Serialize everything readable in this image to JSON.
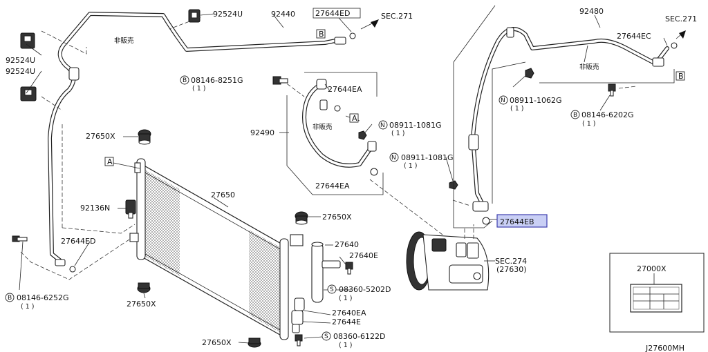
{
  "diagram": {
    "footer_code": "J27600MH",
    "jp_not_sold": "非販売",
    "labels": {
      "p92524U_a": "92524U",
      "p92524U_b": "92524U",
      "p92524U_c": "92524U",
      "p92440": "92440",
      "p27644ED_top": "27644ED",
      "sec271_left": "SEC.271",
      "p27644ED_left": "27644ED",
      "bolt_8251G": "08146-8251G",
      "bolt_8251G_qty": "( 1 )",
      "p27644EA_top": "27644EA",
      "p92490": "92490",
      "nut_1081G_a": "08911-1081G",
      "nut_1081G_a_qty": "( 1 )",
      "nut_1081G_b": "08911-1081G",
      "nut_1081G_b_qty": "( 1 )",
      "p27644EA_low": "27644EA",
      "p27650X_a": "27650X",
      "p27650": "27650",
      "p92136N": "92136N",
      "p27650X_b": "27650X",
      "p27640": "27640",
      "p27640E": "27640E",
      "screw_5202D": "08360-5202D",
      "screw_5202D_qty": "( 1 )",
      "p27640EA": "27640EA",
      "p27644E": "27644E",
      "screw_6122D": "08360-6122D",
      "screw_6122D_qty": "( 1 )",
      "p27650X_c": "27650X",
      "p27650X_d": "27650X",
      "bolt_6252G": "08146-6252G",
      "bolt_6252G_qty": "( 1 )",
      "p92480": "92480",
      "sec271_right": "SEC.271",
      "p27644EC": "27644EC",
      "nut_1062G": "08911-1062G",
      "nut_1062G_qty": "( 1 )",
      "bolt_6202G": "08146-6202G",
      "bolt_6202G_qty": "( 1 )",
      "p27644EB": "27644EB",
      "sec274": "SEC.274",
      "sec274_ref": "(27630)",
      "p27000X": "27000X"
    },
    "markers": {
      "B": "B",
      "N": "N",
      "S": "S",
      "box_A": "A",
      "box_B": "B"
    }
  }
}
